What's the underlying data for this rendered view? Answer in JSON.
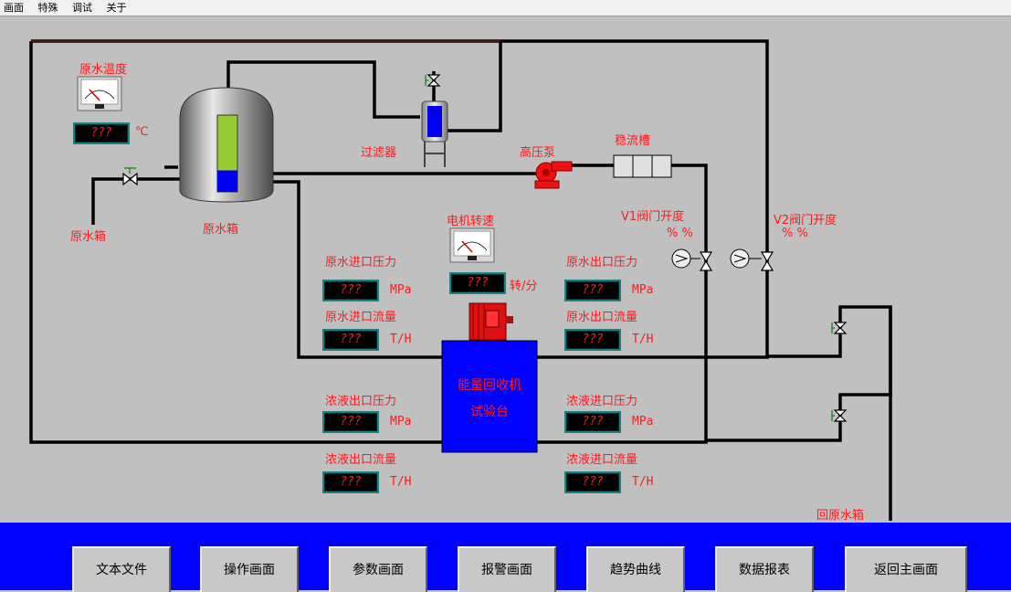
{
  "menu": [
    "画面",
    "特殊",
    "调试",
    "关于"
  ],
  "labels": {
    "raw_temp": "原水温度",
    "temp_unit": "℃",
    "filter": "过滤器",
    "high_pump": "高压泵",
    "stabilizer": "稳流槽",
    "raw_tank_left": "原水箱",
    "raw_tank": "原水箱",
    "motor_speed": "电机转速",
    "speed_unit": "转/分",
    "v1": "V1阀门开度",
    "v1_pct": "%   %",
    "v2": "V2阀门开度",
    "v2_pct": "%   %",
    "raw_in_press": "原水进口压力",
    "raw_in_flow": "原水进口流量",
    "raw_out_press": "原水出口压力",
    "raw_out_flow": "原水出口流量",
    "conc_out_press": "浓液出口压力",
    "conc_out_flow": "浓液出口流量",
    "conc_in_press": "浓液进口压力",
    "conc_in_flow": "浓液进口流量",
    "machine_line1": "能量回收机",
    "machine_line2": "试验台",
    "return_tank": "回原水箱"
  },
  "units": {
    "mpa": "MPa",
    "th": "T/H"
  },
  "displays": {
    "temp": "???",
    "speed": "???",
    "raw_in_press": "???",
    "raw_in_flow": "???",
    "raw_out_press": "???",
    "raw_out_flow": "???",
    "conc_out_press": "???",
    "conc_out_flow": "???",
    "conc_in_press": "???",
    "conc_in_flow": "???"
  },
  "tank_level": 0.28,
  "buttons": [
    "文本文件",
    "操作画面",
    "参数画面",
    "报警画面",
    "趋势曲线",
    "数据报表",
    "返回主画面"
  ],
  "colors": {
    "label": "#ff1a1a",
    "pipe": "#000000",
    "bottom_bar": "#0000ff",
    "machine": "#0000ff",
    "pump": "#ee1111"
  }
}
